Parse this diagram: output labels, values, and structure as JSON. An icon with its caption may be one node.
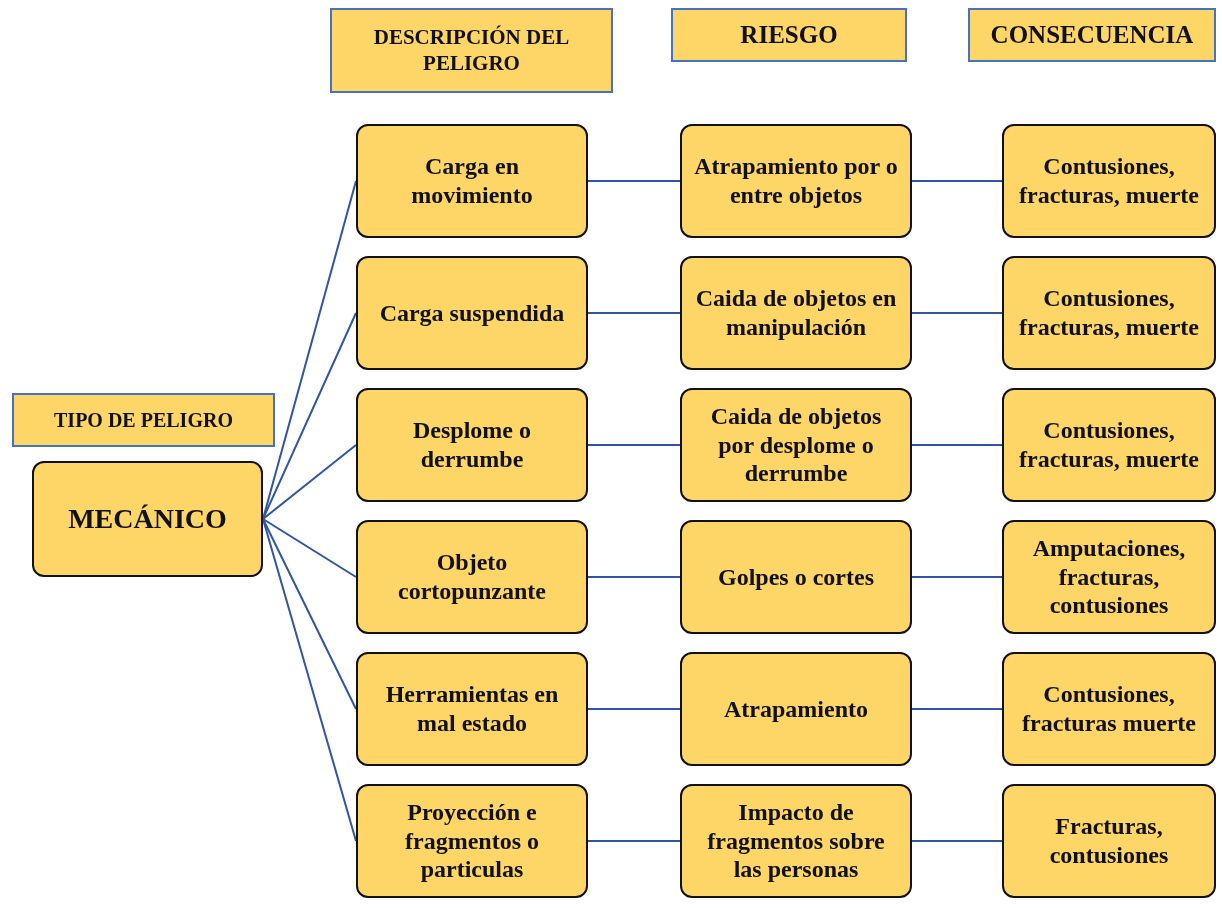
{
  "diagram": {
    "nodes": [
      {
        "text": [
          "DESCRIPCIÓN DEL PELIGRO"
        ]
      },
      {
        "text": [
          "RIESGO"
        ]
      },
      {
        "text": [
          "CONSECUENCIA"
        ]
      },
      {
        "text": [
          "TIPO DE PELIGRO"
        ]
      },
      {
        "text": [
          "MECÁNICO"
        ]
      },
      {
        "text": [
          "Carga en movimiento"
        ]
      },
      {
        "text": [
          "Atrapamiento por o entre objetos"
        ]
      },
      {
        "text": [
          "Contusiones, fracturas, muerte"
        ]
      },
      {
        "text": [
          "Carga suspendida"
        ]
      },
      {
        "text": [
          "Caida de objetos en manipulación"
        ]
      },
      {
        "text": [
          "Contusiones, fracturas, muerte"
        ]
      },
      {
        "text": [
          "Desplome o derrumbe"
        ]
      },
      {
        "text": [
          "Caida de objetos por desplome o derrumbe"
        ]
      },
      {
        "text": [
          "Contusiones, fracturas, muerte"
        ]
      },
      {
        "text": [
          "Objeto cortopunzante"
        ]
      },
      {
        "text": [
          "Golpes o cortes"
        ]
      },
      {
        "text": [
          "Amputaciones, fracturas, contusiones"
        ]
      },
      {
        "text": [
          "Herramientas en mal estado"
        ]
      },
      {
        "text": [
          "Atrapamiento"
        ]
      },
      {
        "text": [
          "Contusiones, fracturas muerte"
        ]
      },
      {
        "text": [
          "Proyección e fragmentos o particulas"
        ]
      },
      {
        "text": [
          "Impacto de fragmentos sobre las personas"
        ]
      },
      {
        "text": [
          "Fracturas, contusiones"
        ]
      }
    ],
    "edges": [
      {
        "from": 4,
        "to": 5,
        "arrow": "none"
      },
      {
        "from": 4,
        "to": 8,
        "arrow": "none"
      },
      {
        "from": 4,
        "to": 11,
        "arrow": "none"
      },
      {
        "from": 4,
        "to": 14,
        "arrow": "none"
      },
      {
        "from": 4,
        "to": 17,
        "arrow": "none"
      },
      {
        "from": 4,
        "to": 20,
        "arrow": "none"
      },
      {
        "from": 5,
        "to": 6,
        "arrow": "none"
      },
      {
        "from": 6,
        "to": 7,
        "arrow": "none"
      },
      {
        "from": 8,
        "to": 9,
        "arrow": "none"
      },
      {
        "from": 9,
        "to": 10,
        "arrow": "none"
      },
      {
        "from": 11,
        "to": 12,
        "arrow": "none"
      },
      {
        "from": 12,
        "to": 13,
        "arrow": "none"
      },
      {
        "from": 14,
        "to": 15,
        "arrow": "none"
      },
      {
        "from": 15,
        "to": 16,
        "arrow": "none"
      },
      {
        "from": 17,
        "to": 18,
        "arrow": "none"
      },
      {
        "from": 18,
        "to": 19,
        "arrow": "none"
      },
      {
        "from": 20,
        "to": 21,
        "arrow": "none"
      },
      {
        "from": 21,
        "to": 22,
        "arrow": "none"
      }
    ]
  }
}
